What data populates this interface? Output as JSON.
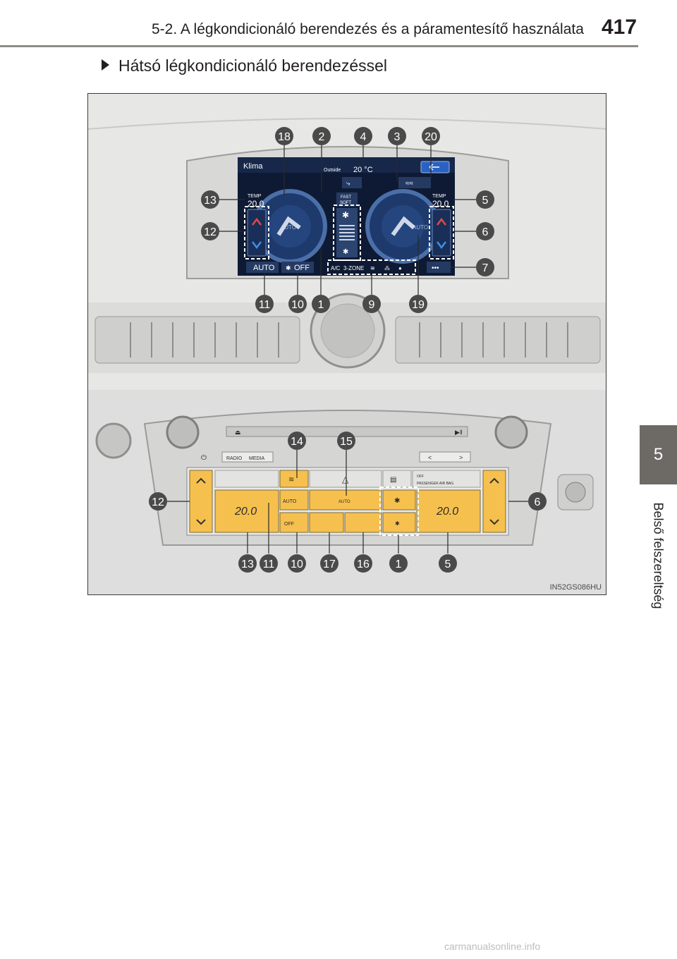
{
  "header": {
    "title": "5-2. A légkondicionáló berendezés és a páramentesítő használata",
    "page_number": "417"
  },
  "side_tab": {
    "chapter": "5",
    "label": "Belső felszereltség"
  },
  "section": {
    "heading": "Hátsó légkondicionáló berendezéssel"
  },
  "figure": {
    "code": "IN52GS086HU",
    "screen": {
      "title": "Klima",
      "outside_label": "Outside",
      "outside_temp": "20 °C",
      "temp_label_left": "TEMP",
      "temp_value_left": "20.0",
      "temp_label_right": "TEMP",
      "temp_value_right": "20.0",
      "fast_label": "FAST",
      "soft_label": "SOFT",
      "auto_button": "AUTO",
      "off_button": "OFF",
      "ac_label": "A/C",
      "zone_label": "3-ZONE",
      "more_button": "•••",
      "seat_auto_left": "AUTO",
      "seat_auto_right": "AUTO"
    },
    "panel": {
      "radio_label": "RADIO",
      "media_label": "MEDIA",
      "nav_left": "<",
      "nav_right": ">",
      "temp_left": "20.0",
      "temp_right": "20.0",
      "auto_label": "AUTO",
      "auto_mid_label": "AUTO",
      "fan_off_label": "OFF",
      "passenger_airbag": "PASSENGER AIR BAG",
      "airbag_off": "OFF"
    },
    "callouts_top": [
      "18",
      "2",
      "4",
      "3",
      "20"
    ],
    "callouts_right_screen": [
      "5",
      "6",
      "7"
    ],
    "callouts_left_screen": [
      "13",
      "12"
    ],
    "callouts_under_screen": [
      "11",
      "10",
      "1",
      "9",
      "19"
    ],
    "callouts_panel_top": [
      "14",
      "15"
    ],
    "callouts_panel_sides": [
      "12",
      "6"
    ],
    "callouts_panel_bottom": [
      "13",
      "11",
      "10",
      "17",
      "16",
      "1",
      "5"
    ]
  },
  "footer": {
    "watermark": "carmanualsonline.info"
  }
}
